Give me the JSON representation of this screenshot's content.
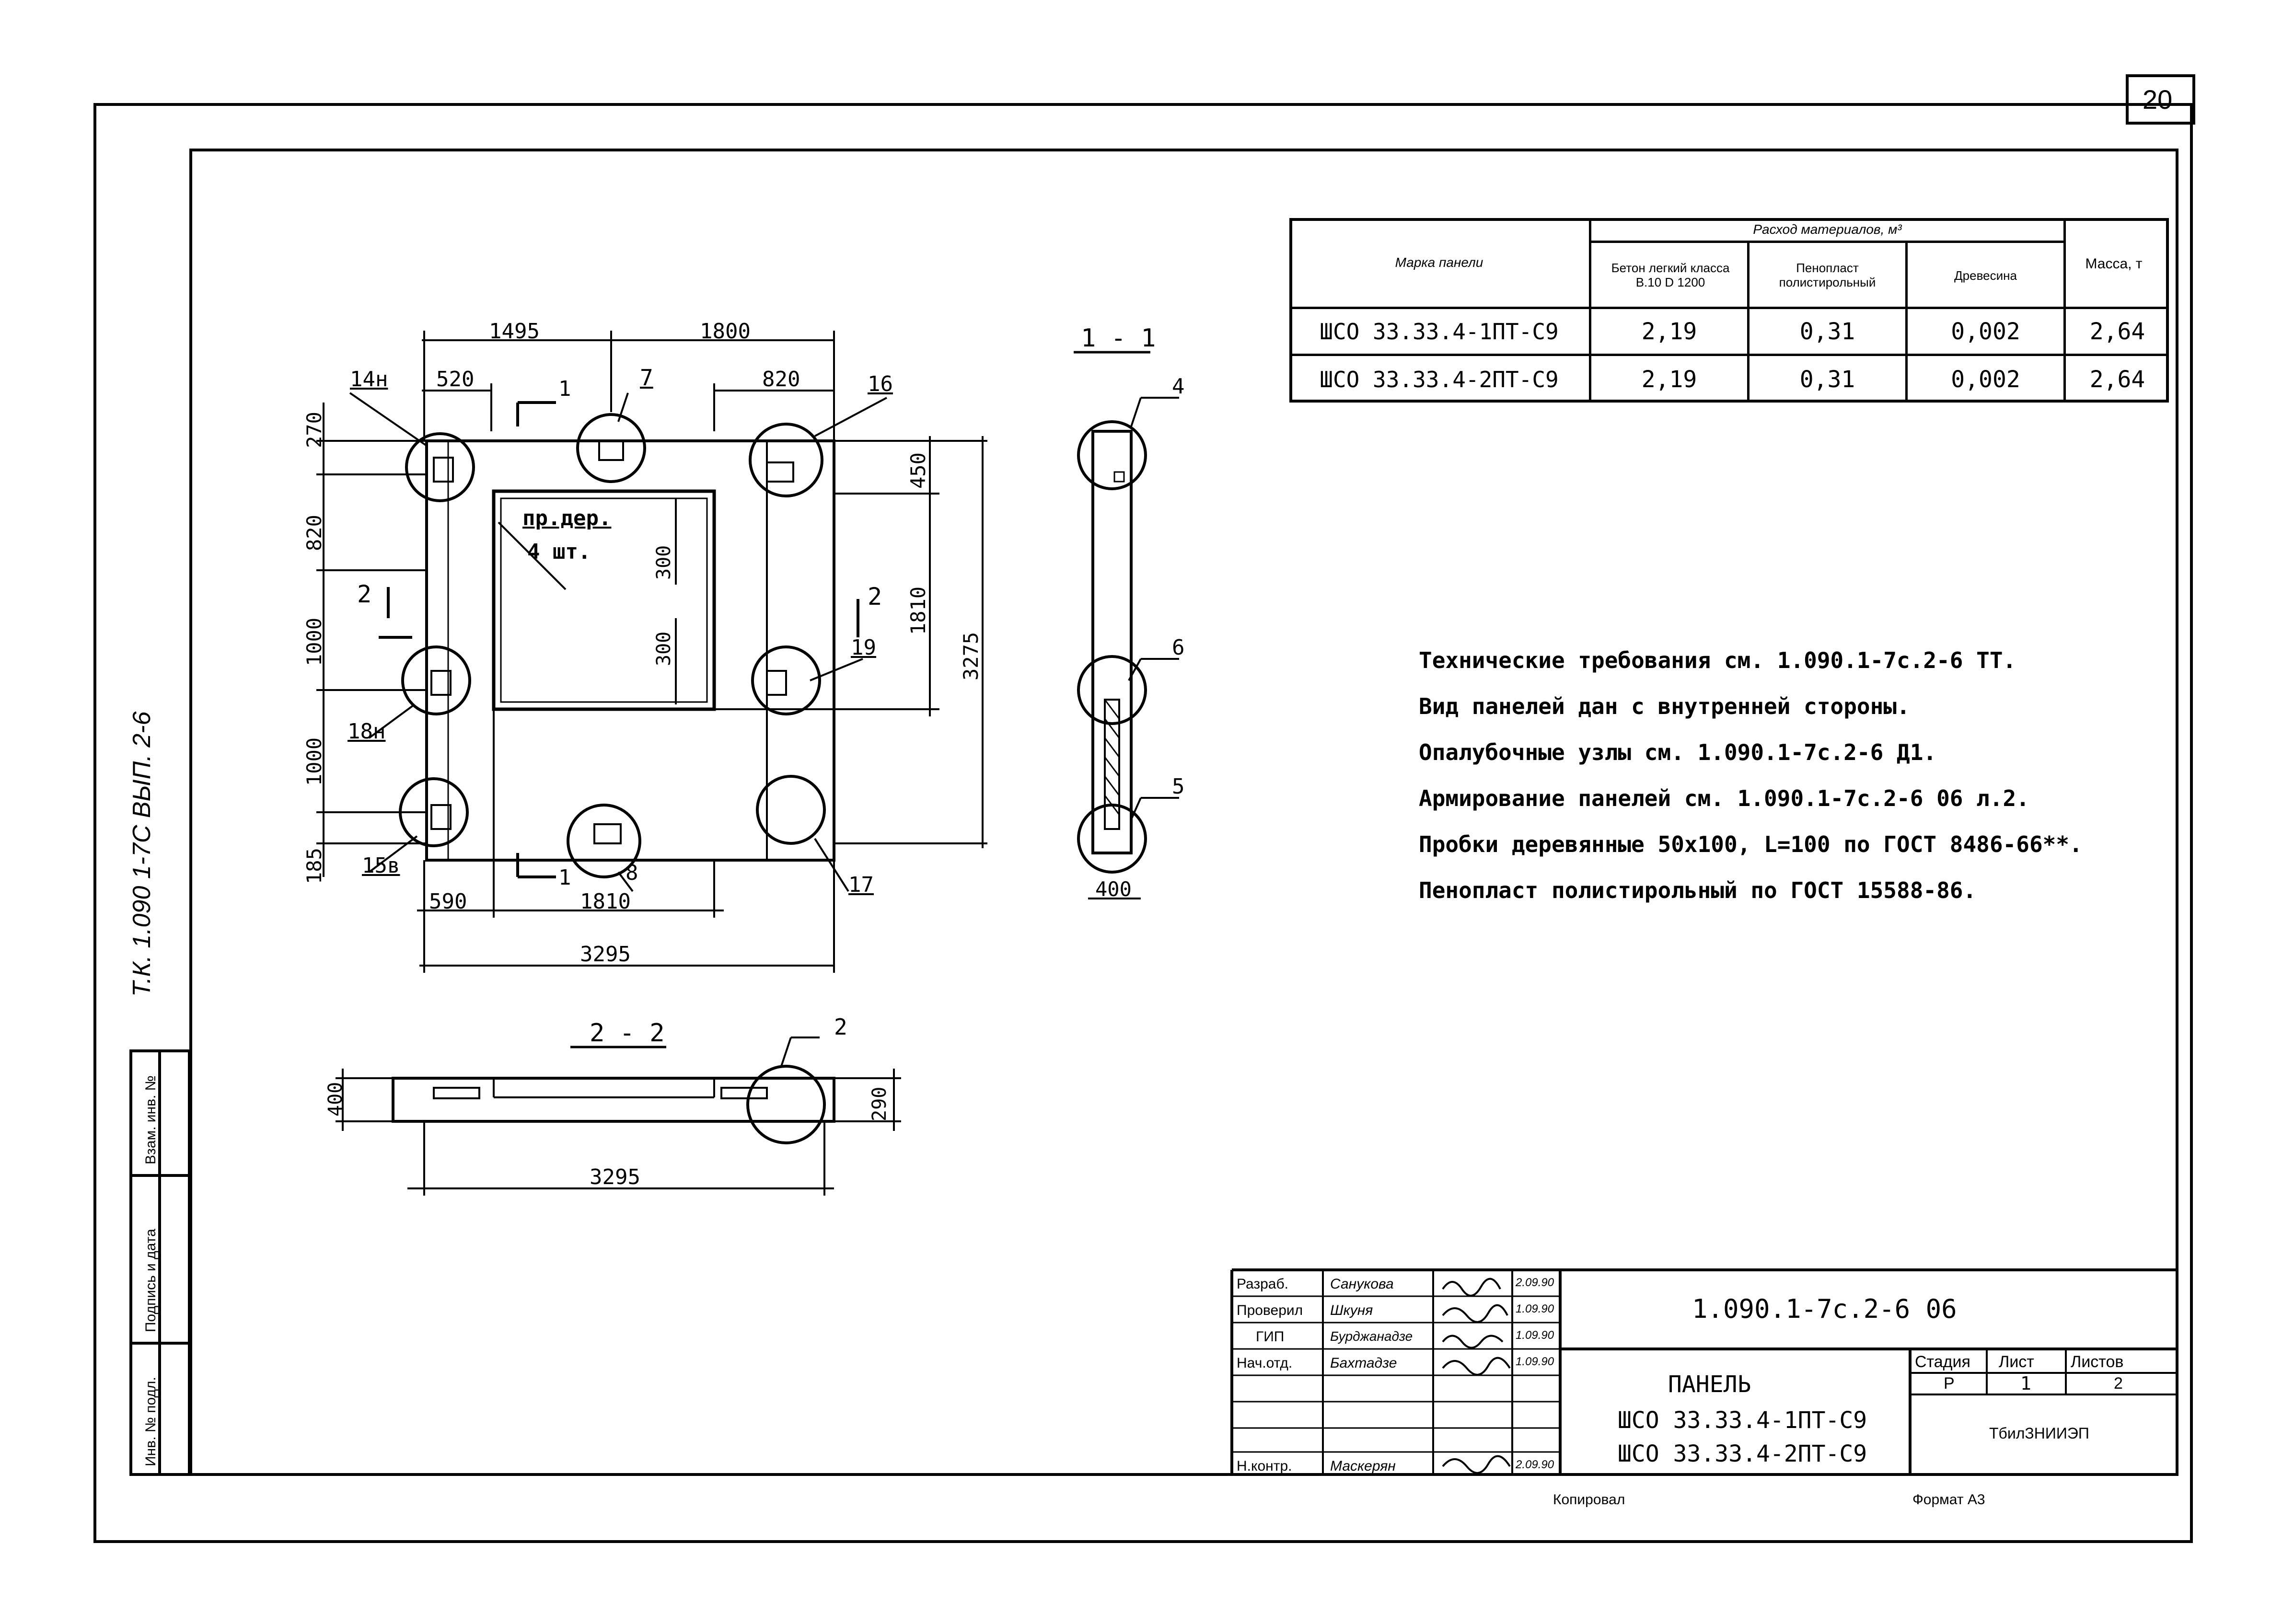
{
  "sheet": {
    "page_number": "20",
    "copied_label": "Копировал",
    "format_label": "Формат А3",
    "side_stamp": "Т.К. 1.090 1-7С ВЫП. 2-6",
    "left_strip": [
      "Инв. № подл.",
      "Подпись и дата",
      "Взам. инв. №"
    ]
  },
  "materials_table": {
    "headers": {
      "mark": "Марка панели",
      "consumption": "Расход материалов,  м³",
      "concrete": "Бетон легкий класса В.10 D 1200",
      "foam": "Пенопласт полистирольный",
      "wood": "Древесина",
      "mass": "Масса, т"
    },
    "rows": [
      {
        "mark": "ШСО 33.33.4-1ПТ-С9",
        "concrete": "2,19",
        "foam": "0,31",
        "wood": "0,002",
        "mass": "2,64"
      },
      {
        "mark": "ШСО 33.33.4-2ПТ-С9",
        "concrete": "2,19",
        "foam": "0,31",
        "wood": "0,002",
        "mass": "2,64"
      }
    ]
  },
  "notes": [
    "Технические требования см. 1.090.1-7с.2-6 ТТ.",
    "Вид панелей дан с внутренней стороны.",
    "Опалубочные узлы см. 1.090.1-7с.2-6 Д1.",
    "Армирование панелей см. 1.090.1-7с.2-6 06 л.2.",
    "Пробки деревянные 50х100, L=100 по ГОСТ 8486-66**.",
    "Пенопласт полистирольный по ГОСТ 15588-86."
  ],
  "drawing": {
    "top_dims": [
      "1495",
      "1800"
    ],
    "sub_dims": [
      "520",
      "820"
    ],
    "left_dims": [
      "270",
      "820",
      "1000",
      "1000",
      "185"
    ],
    "right_dims": [
      "450",
      "1810",
      "3275"
    ],
    "inner_dims": [
      "300",
      "300"
    ],
    "bottom_dims": [
      "590",
      "1810",
      "3295"
    ],
    "callouts": [
      "14н",
      "7",
      "16",
      "19",
      "18н",
      "15в",
      "8",
      "17"
    ],
    "cut_marks": [
      "1",
      "1",
      "2",
      "2"
    ],
    "plug_note": [
      "пр.дер.",
      "4 шт."
    ],
    "section_1_title": "1 - 1",
    "section_1_callouts": [
      "4",
      "6",
      "5"
    ],
    "section_1_dim": "400",
    "section_2_title": "2 - 2",
    "section_2_callout": "2",
    "section_2_dims": [
      "400",
      "290",
      "3295"
    ]
  },
  "title_block": {
    "document_code": "1.090.1-7с.2-6 06",
    "roles": [
      "Разраб.",
      "Проверил",
      "ГИП",
      "Нач.отд.",
      "",
      "",
      "Н.контр."
    ],
    "names": [
      "Санукова",
      "Шкуня",
      "Бурджанадзе",
      "Бахтадзе",
      "",
      "",
      "Маскерян"
    ],
    "sign_dates": [
      "2.09.90",
      "1.09.90",
      "1.09.90",
      "1.09.90",
      "",
      "",
      "2.09.90"
    ],
    "title": "ПАНЕЛЬ",
    "subtitles": [
      "ШСО 33.33.4-1ПТ-С9",
      "ШСО 33.33.4-2ПТ-С9"
    ],
    "stage_label": "Стадия",
    "sheet_label": "Лист",
    "sheets_label": "Листов",
    "stage_value": "Р",
    "sheet_value": "1",
    "sheets_value": "2",
    "organization": "ТбилЗНИИЭП"
  }
}
